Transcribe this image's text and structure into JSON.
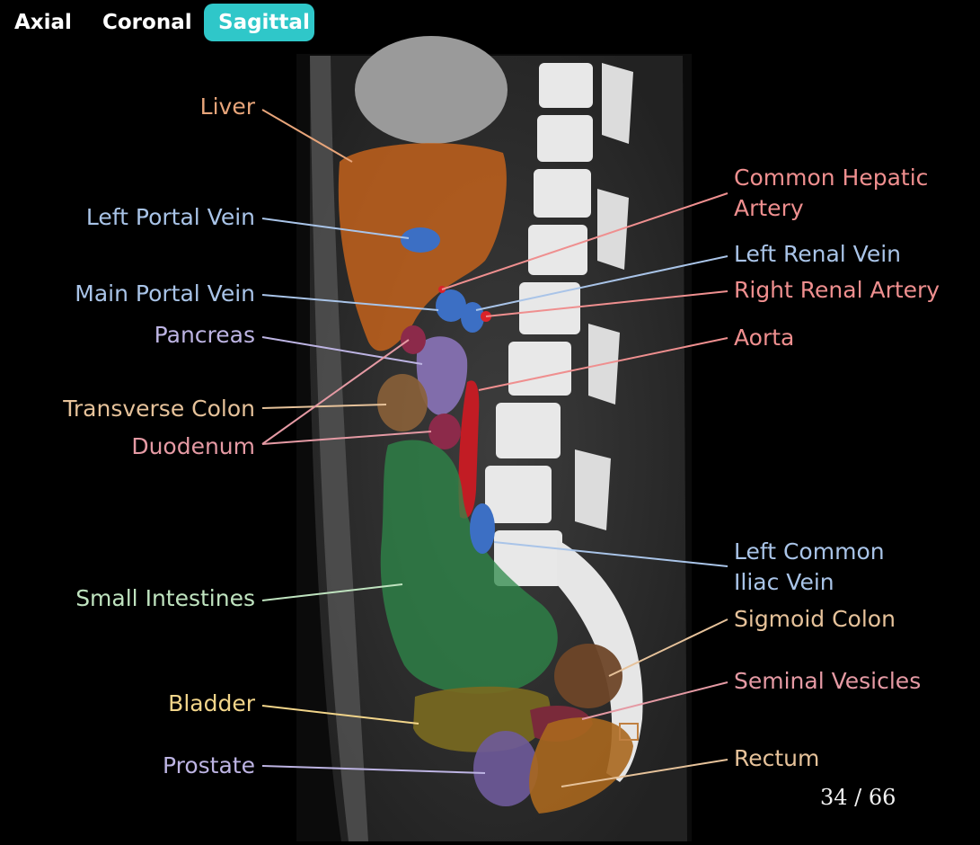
{
  "tabs": [
    {
      "label": "Axial",
      "active": false
    },
    {
      "label": "Coronal",
      "active": false
    },
    {
      "label": "Sagittal",
      "active": true
    }
  ],
  "colors": {
    "accent": "#2fc7c9"
  },
  "viewer": {
    "slice_indicator": "34 / 66",
    "labels": {
      "liver": "Liver",
      "left_portal_vein": "Left Portal Vein",
      "main_portal_vein": "Main Portal Vein",
      "pancreas": "Pancreas",
      "transverse_colon": "Transverse Colon",
      "duodenum": "Duodenum",
      "small_intestines": "Small Intestines",
      "bladder": "Bladder",
      "prostate": "Prostate",
      "common_hepatic_artery_1": "Common Hepatic",
      "common_hepatic_artery_2": "Artery",
      "left_renal_vein": "Left Renal Vein",
      "right_renal_artery": "Right Renal Artery",
      "aorta": "Aorta",
      "left_common_iliac_vein_1": "Left Common",
      "left_common_iliac_vein_2": "Iliac Vein",
      "sigmoid_colon": "Sigmoid Colon",
      "seminal_vesicles": "Seminal Vesicles",
      "rectum": "Rectum"
    },
    "label_colors": {
      "liver": "#e8a57a",
      "blue": "#a9c4e8",
      "lavender": "#bdb4e3",
      "tan": "#e6c29a",
      "pink": "#e59aa4",
      "green": "#bfe3bf",
      "yellow": "#f2d58a",
      "red": "#ef8f8f"
    }
  }
}
